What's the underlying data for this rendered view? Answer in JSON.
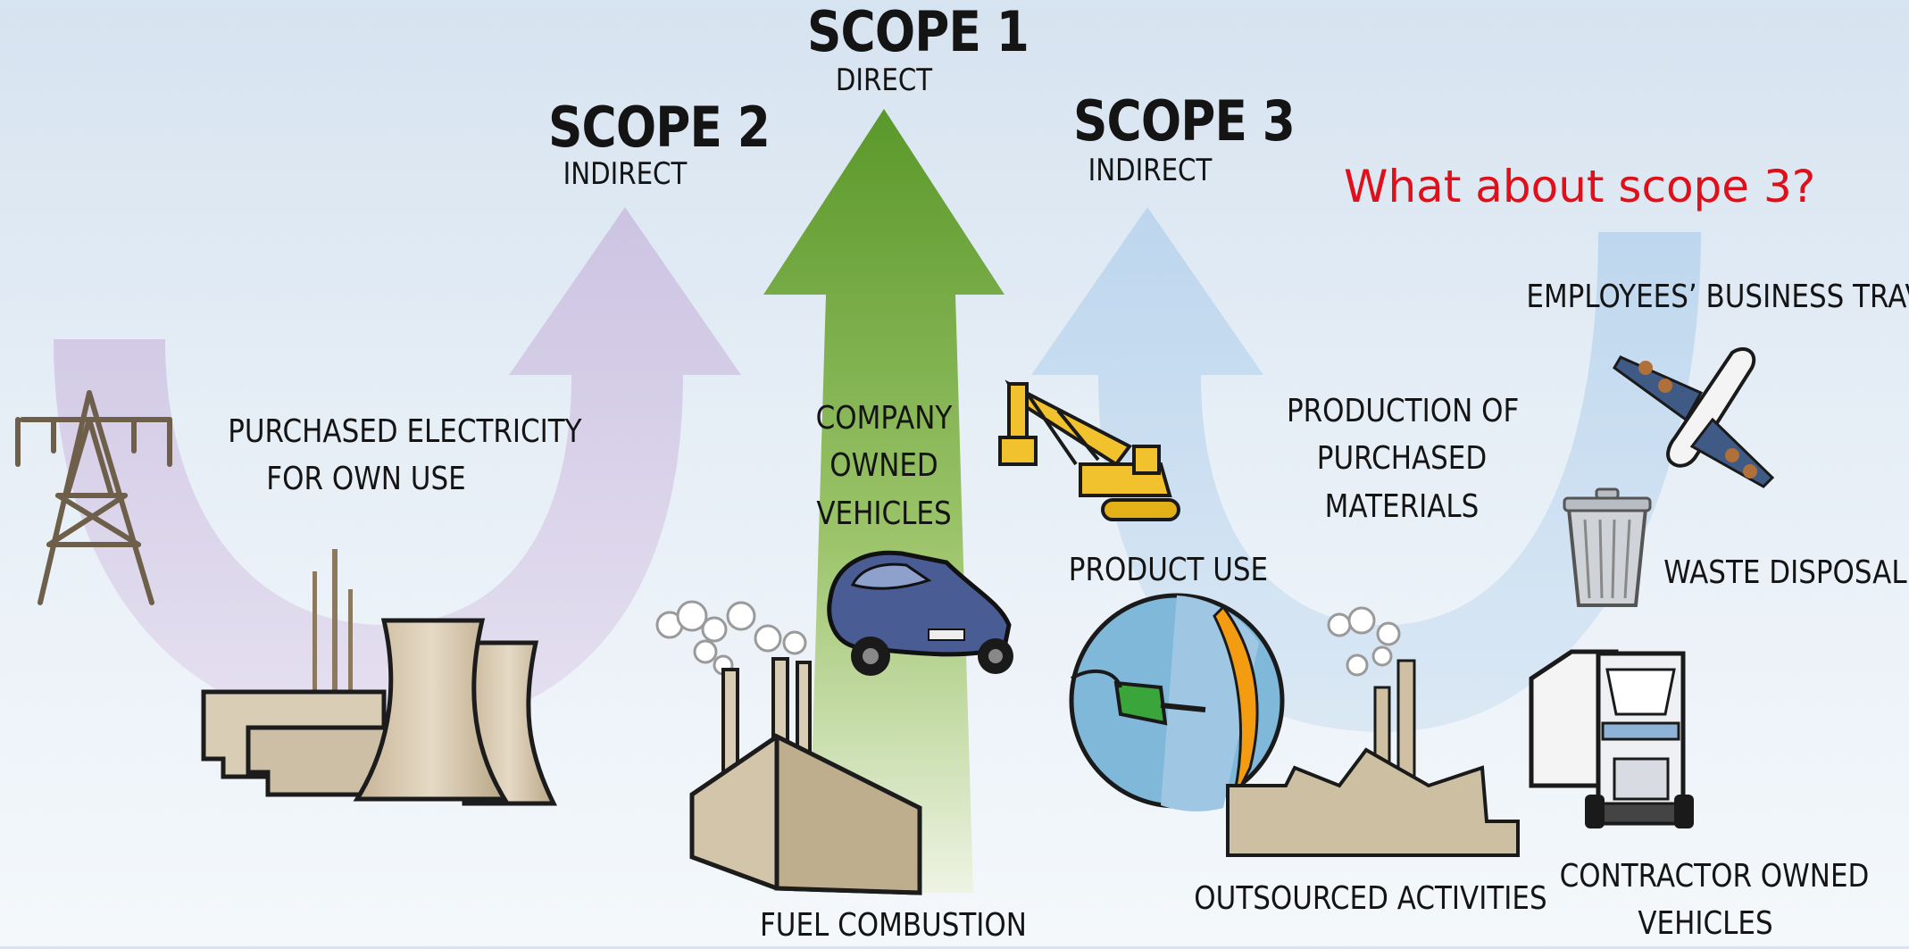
{
  "scopes": {
    "scope1": {
      "title": "SCOPE 1",
      "subtitle": "DIRECT"
    },
    "scope2": {
      "title": "SCOPE 2",
      "subtitle": "INDIRECT"
    },
    "scope3": {
      "title": "SCOPE 3",
      "subtitle": "INDIRECT"
    }
  },
  "question": "What about scope 3?",
  "items": {
    "purchased_electricity": [
      "PURCHASED ELECTRICITY",
      "FOR OWN USE"
    ],
    "company_vehicles": [
      "COMPANY",
      "OWNED",
      "VEHICLES"
    ],
    "fuel_combustion": "FUEL COMBUSTION",
    "product_use": "PRODUCT USE",
    "production_materials": [
      "PRODUCTION OF",
      "PURCHASED",
      "MATERIALS"
    ],
    "business_travel": "EMPLOYEES’ BUSINESS TRAVEL",
    "waste_disposal": "WASTE DISPOSAL",
    "outsourced": "OUTSOURCED ACTIVITIES",
    "contractor_vehicles": [
      "CONTRACTOR OWNED",
      "VEHICLES"
    ]
  },
  "colors": {
    "scope1_arrow": "#5e9a2c",
    "scope2_arrow": "#c5b8dc",
    "scope3_arrow": "#b7d3ec",
    "question_text": "#e0101a"
  }
}
